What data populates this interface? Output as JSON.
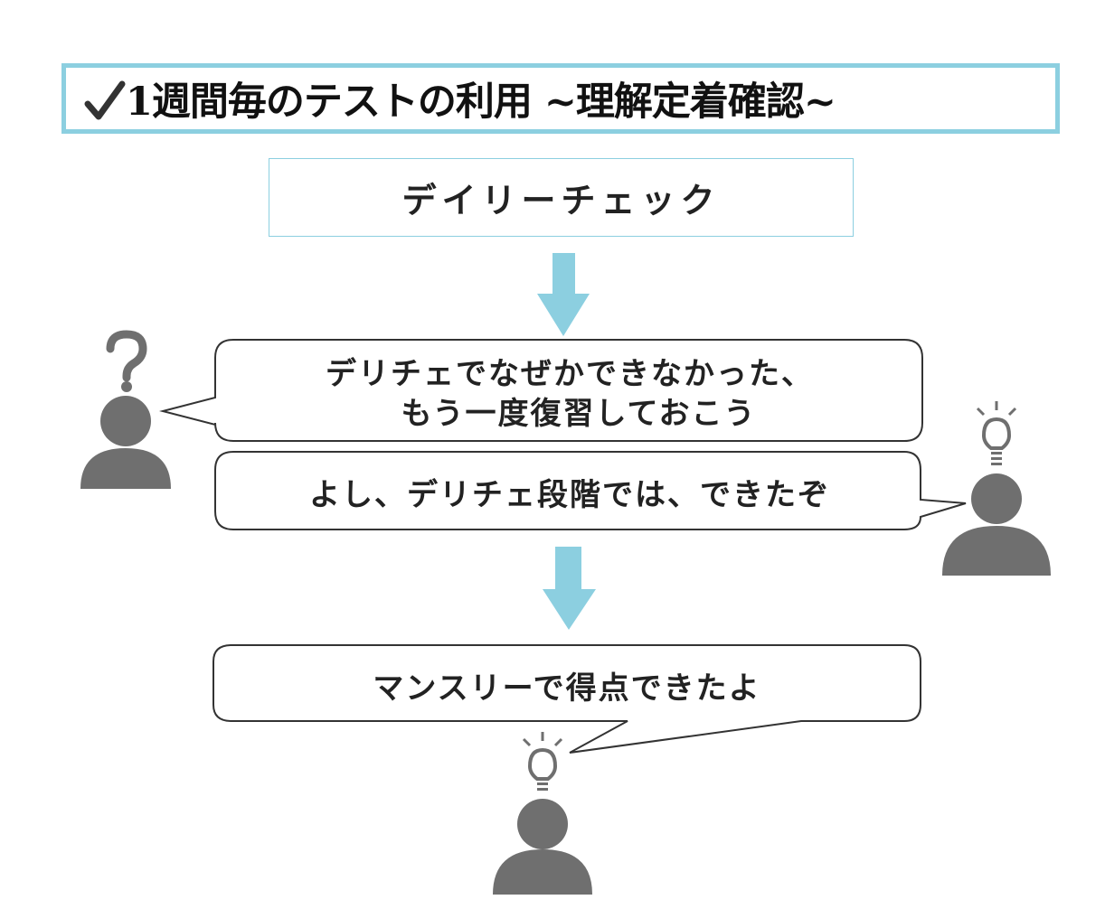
{
  "title": {
    "text": "1週間毎のテストの利用 ~理解定着確認~",
    "border_color": "#8ccfe0"
  },
  "step_box": {
    "label": "デイリーチェック"
  },
  "bubbles": [
    {
      "lines": [
        "デリチェでなぜかできなかった、",
        "もう一度復習しておこう"
      ],
      "speaker_icon": "question-mark-icon"
    },
    {
      "lines": [
        "よし、デリチェ段階では、できたぞ"
      ],
      "speaker_icon": "lightbulb-icon"
    },
    {
      "lines": [
        "マンスリーで得点できたよ"
      ],
      "speaker_icon": "lightbulb-icon"
    }
  ],
  "colors": {
    "arrow": "#8ccfe0",
    "person": "#6f6f6f",
    "bubble_border": "#333333"
  }
}
